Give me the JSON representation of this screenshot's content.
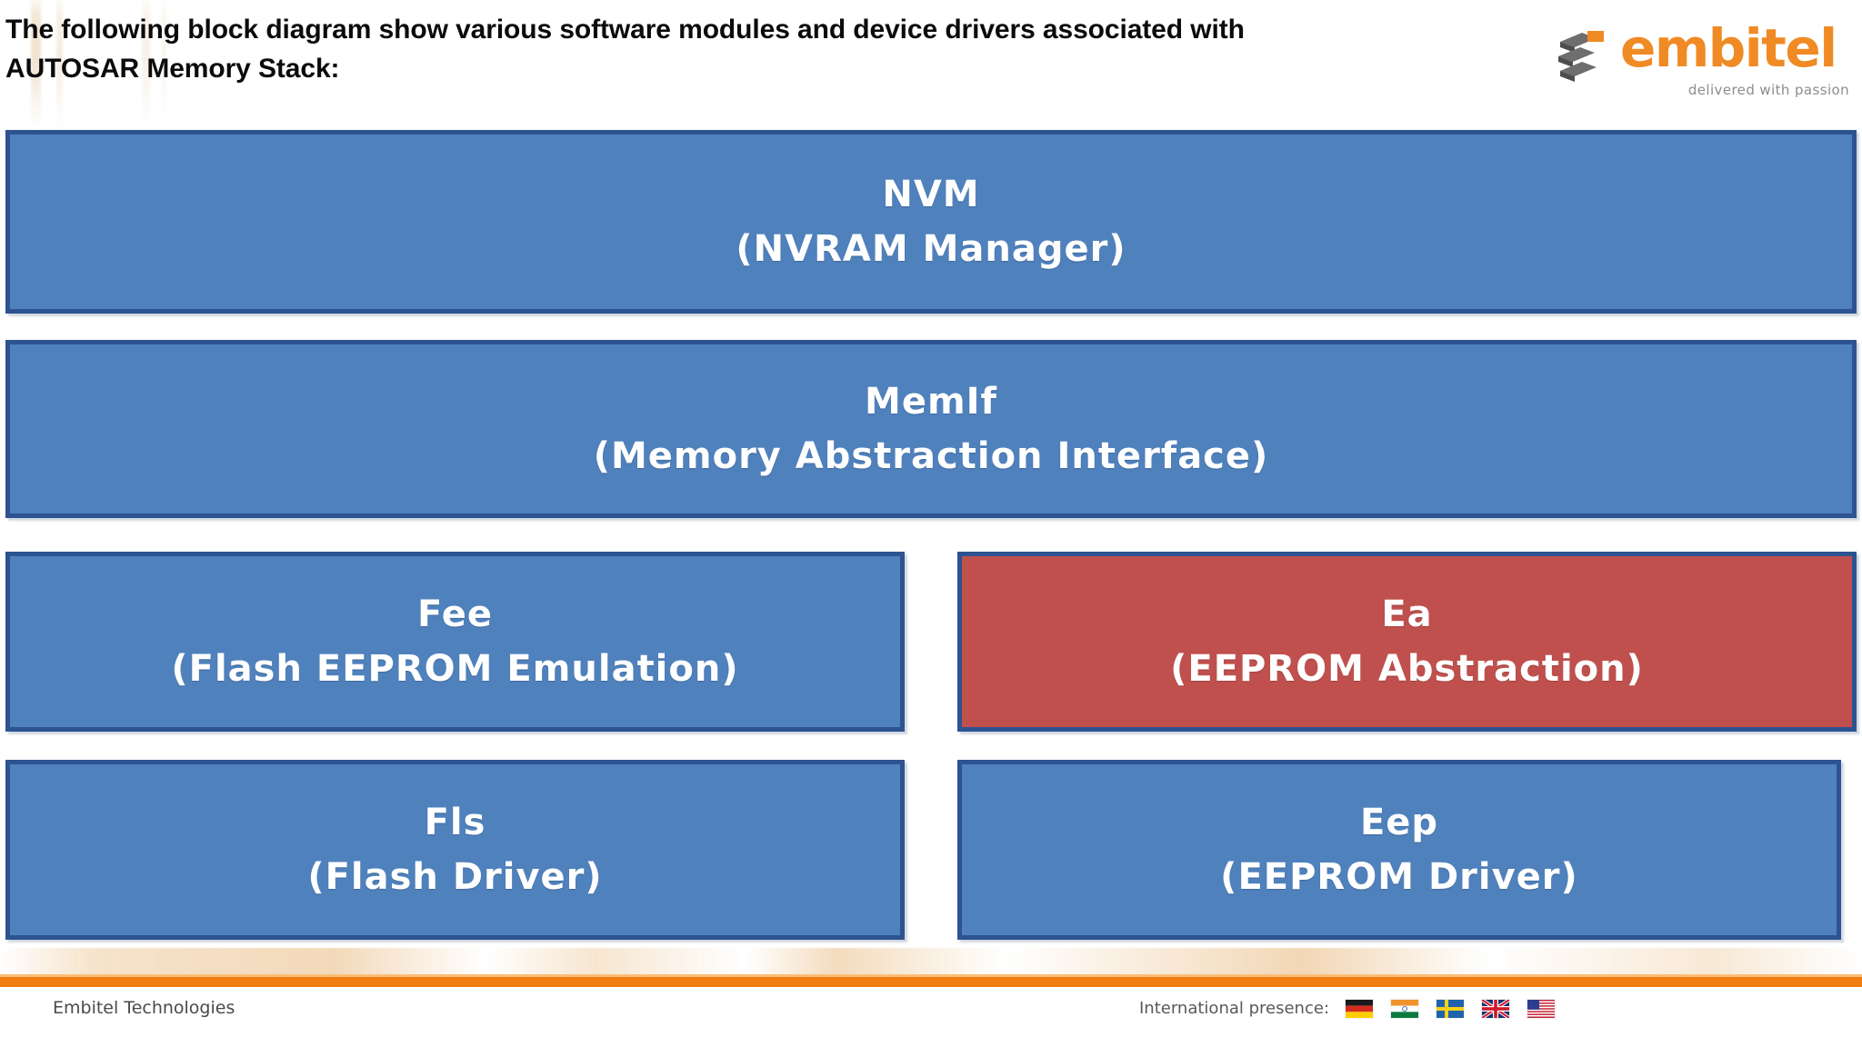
{
  "header": {
    "line1": "The following block diagram show various software modules and device drivers associated with",
    "line2": "AUTOSAR Memory Stack:"
  },
  "logo": {
    "wordmark": "embitel",
    "tagline": "delivered with passion",
    "mark_icon": "stacked-chevron-icon",
    "brand_color": "#f08a24",
    "mark_color": "#6e6e6e",
    "mark_accent_color": "#f08a24"
  },
  "diagram": {
    "type": "block-diagram",
    "title": "AUTOSAR Memory Stack",
    "colors": {
      "block_fill_blue": "#4f81bd",
      "block_fill_red": "#c0504d",
      "block_border": "#2d5390",
      "block_text": "#ffffff"
    },
    "layers": [
      {
        "row": 1,
        "blocks": [
          {
            "id": "nvm",
            "title": "NVM",
            "subtitle": "(NVRAM Manager)",
            "color": "blue",
            "span": "full"
          }
        ]
      },
      {
        "row": 2,
        "blocks": [
          {
            "id": "memif",
            "title": "MemIf",
            "subtitle": "(Memory Abstraction Interface)",
            "color": "blue",
            "span": "full"
          }
        ]
      },
      {
        "row": 3,
        "blocks": [
          {
            "id": "fee",
            "title": "Fee",
            "subtitle": "(Flash EEPROM Emulation)",
            "color": "blue",
            "span": "half-left"
          },
          {
            "id": "ea",
            "title": "Ea",
            "subtitle": "(EEPROM Abstraction)",
            "color": "red",
            "span": "half-right"
          }
        ]
      },
      {
        "row": 4,
        "blocks": [
          {
            "id": "fls",
            "title": "Fls",
            "subtitle": "(Flash Driver)",
            "color": "blue",
            "span": "half-left"
          },
          {
            "id": "eep",
            "title": "Eep",
            "subtitle": "(EEPROM Driver)",
            "color": "blue",
            "span": "half-right"
          }
        ]
      }
    ]
  },
  "footer": {
    "company": "Embitel Technologies",
    "presence_label": "International presence:",
    "accent_color": "#f07d11",
    "flags": [
      {
        "name": "flag-germany",
        "country": "Germany"
      },
      {
        "name": "flag-india",
        "country": "India"
      },
      {
        "name": "flag-sweden",
        "country": "Sweden"
      },
      {
        "name": "flag-uk",
        "country": "United Kingdom"
      },
      {
        "name": "flag-usa",
        "country": "United States"
      }
    ]
  }
}
